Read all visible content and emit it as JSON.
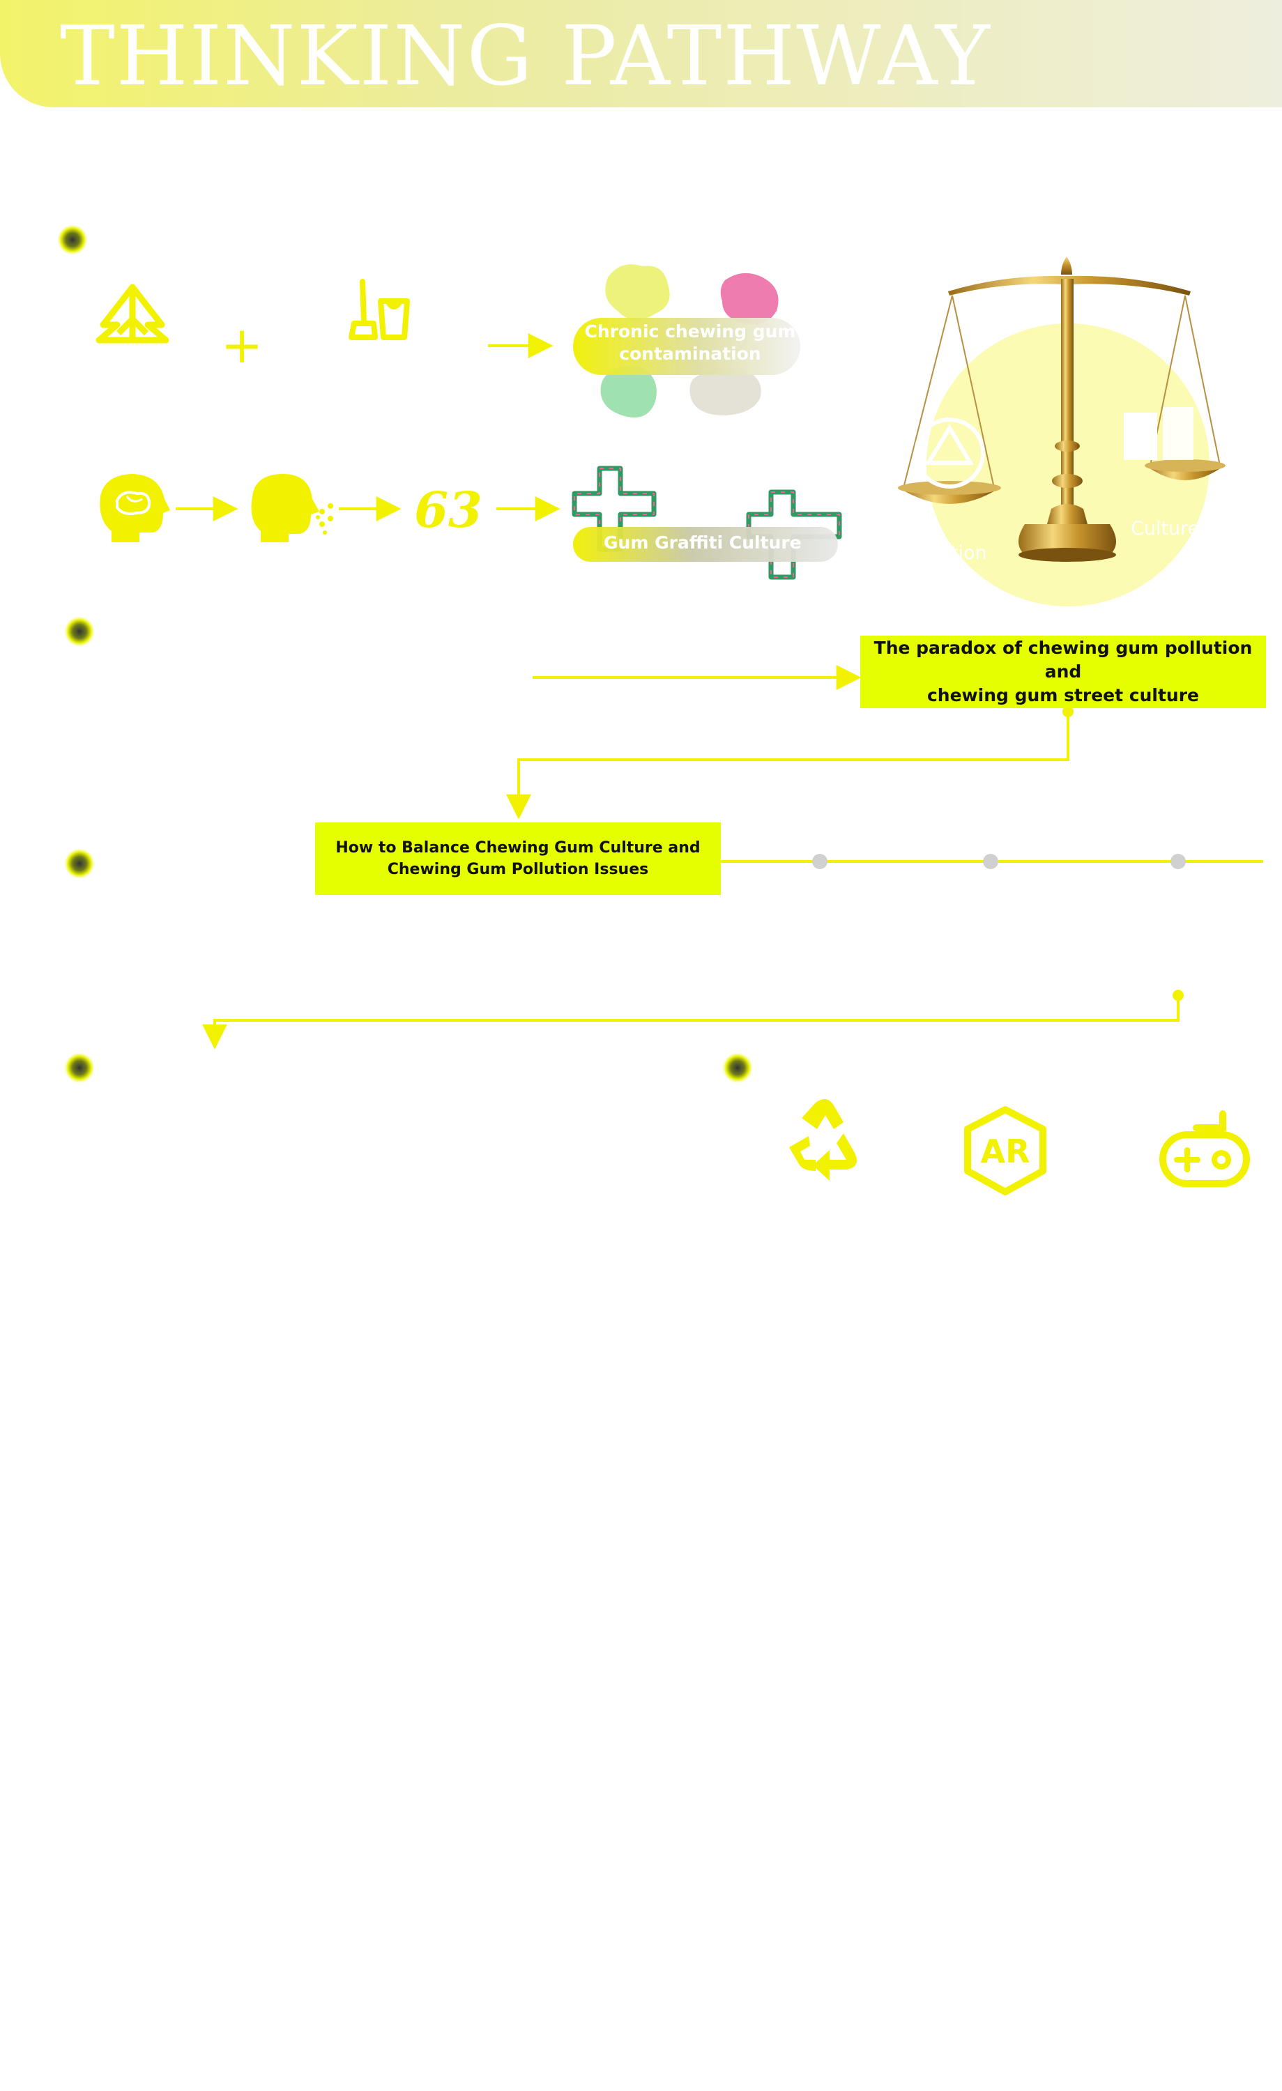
{
  "header": {
    "title": "THINKING PATHWAY"
  },
  "flow": {
    "pollution_label_line1": "Chronic chewing gum",
    "pollution_label_line2": "contamination",
    "graffiti_label": "Gum Graffiti Culture",
    "scale_left_label": "Pollution",
    "scale_right_label": "Culture",
    "gum_number": "63",
    "plus_sign": "+"
  },
  "paradox_box": {
    "line1": "The paradox of chewing gum pollution and",
    "line2": "chewing gum street culture"
  },
  "balance_box": {
    "line1": "How to Balance Chewing Gum Culture and",
    "line2": "Chewing Gum Pollution Issues"
  },
  "solutions": {
    "ar_text": "AR",
    "icons": [
      "recycle-icon",
      "ar-icon",
      "gamepad-icon"
    ]
  },
  "colors": {
    "accent": "#e6ff00",
    "icon_yellow": "#f2f200",
    "header_start": "#f3f36a",
    "header_end": "#eeeede",
    "dot_grey": "#d0d0d0",
    "scale_glow": "#fbfbb4"
  }
}
